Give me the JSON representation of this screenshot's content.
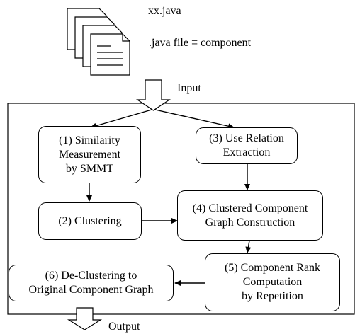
{
  "header": {
    "file_name": "xx.java",
    "equivalence": ".java file ≡ component"
  },
  "flow": {
    "input_label": "Input",
    "output_label": "Output"
  },
  "steps": [
    {
      "lines": [
        "(1)  Similarity",
        "Measurement",
        "by SMMT"
      ]
    },
    {
      "lines": [
        "(2) Clustering"
      ]
    },
    {
      "lines": [
        "(3) Use Relation",
        "Extraction"
      ]
    },
    {
      "lines": [
        "(4) Clustered Component",
        "Graph Construction"
      ]
    },
    {
      "lines": [
        "(5) Component Rank",
        "Computation",
        "by Repetition"
      ]
    },
    {
      "lines": [
        "(6) De-Clustering to",
        "Original Component Graph"
      ]
    }
  ]
}
